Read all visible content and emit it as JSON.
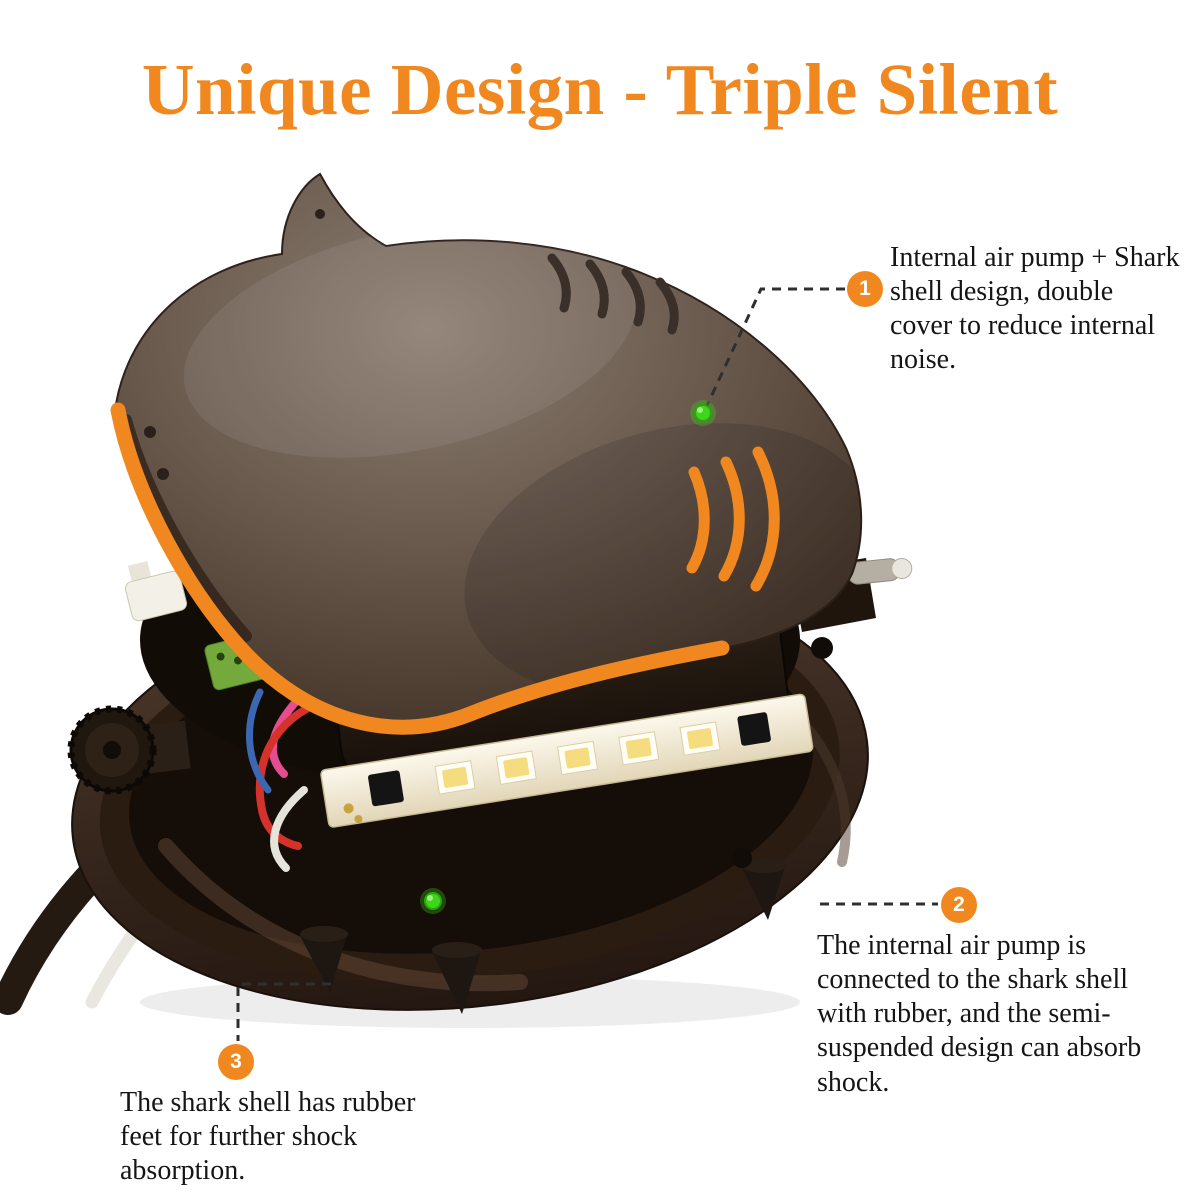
{
  "title": {
    "text": "Unique Design - Triple Silent"
  },
  "callouts": [
    {
      "number": "1",
      "text": "Internal air pump + Shark shell design, double cover to reduce internal noise."
    },
    {
      "number": "2",
      "text": "The internal air pump is connected to the shark shell with rubber, and the semi-suspended design can absorb shock."
    },
    {
      "number": "3",
      "text": "The shark shell has rubber feet for further shock absorption."
    }
  ],
  "markers": [
    {
      "id": "1",
      "icon": "green-dot-marker"
    },
    {
      "id": "2",
      "icon": "green-dot-marker"
    }
  ],
  "colors": {
    "accent_orange": "#F0881F",
    "marker_green": "#3ED61C",
    "text_black": "#151515",
    "shell_brown": "#6A5A4E",
    "base_brown": "#37271D",
    "background": "#FFFFFF"
  }
}
